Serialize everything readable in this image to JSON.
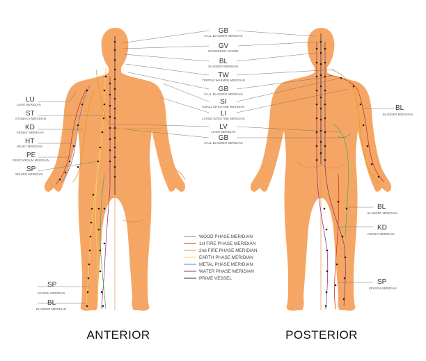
{
  "views": {
    "anterior": "ANTERIOR",
    "posterior": "POSTERIOR"
  },
  "center_labels": [
    {
      "code": "GB",
      "name": "GALL BLADDER MERIDIAN"
    },
    {
      "code": "GV",
      "name": "GOVERNING VESSEL"
    },
    {
      "code": "BL",
      "name": "BLADDER MERIDIAN"
    },
    {
      "code": "TW",
      "name": "TRIPPLE WARMER MERIDIAN"
    },
    {
      "code": "GB",
      "name": "GALL BLADDER MERIDIAN"
    },
    {
      "code": "SI",
      "name": "SMALL INTESTINE MERIDIAN"
    },
    {
      "code": "LI",
      "name": "LARGE INTESTINE MERIDIAN"
    },
    {
      "code": "LV",
      "name": "LIVER MERIDIAN"
    },
    {
      "code": "GB",
      "name": "GALL BLADDER MERIDIAN"
    }
  ],
  "left_labels": [
    {
      "code": "LU",
      "name": "LUNG MERIDIAN"
    },
    {
      "code": "ST",
      "name": "STOMACH MERIDIAN"
    },
    {
      "code": "KD",
      "name": "KIDNEY MERIDIAN"
    },
    {
      "code": "HT",
      "name": "HEART MERIDIAN"
    },
    {
      "code": "PE",
      "name": "PERICARDIUM MERIDIAN"
    },
    {
      "code": "SP",
      "name": "SPLEEN MERIDIAN"
    },
    {
      "code": "SP",
      "name": "SPLEEN MERIDIAN"
    },
    {
      "code": "BL",
      "name": "BLADDER MERIDIAN"
    }
  ],
  "right_labels": [
    {
      "code": "BL",
      "name": "BLADDER MERIDIAN"
    },
    {
      "code": "BL",
      "name": "BLADDER MERIDIAN"
    },
    {
      "code": "KD",
      "name": "KIDNEY MERIDIAN"
    },
    {
      "code": "SP",
      "name": "SPLEEN MERIDIAN"
    }
  ],
  "legend": [
    {
      "label": "WOOD PHASE MERIDIAN",
      "color": "#5BA85A"
    },
    {
      "label": "1st FIRE PHASE MERIDIAN",
      "color": "#C0392B"
    },
    {
      "label": "2nd FIRE PHASE MERIDIAN",
      "color": "#D4A017"
    },
    {
      "label": "EARTH PHASE MERIDIAN",
      "color": "#F2D35B"
    },
    {
      "label": "METAL PHASE MERIDIAN",
      "color": "#6A7FB5"
    },
    {
      "label": "WATER PHASE MERIDIAN",
      "color": "#8E3A7A"
    },
    {
      "label": "PRIME VESSEL",
      "color": "#2B2B55"
    }
  ],
  "colors": {
    "skin": "#F6A664",
    "skin_outline": "#D98A4A",
    "point": "#2a1a12"
  }
}
